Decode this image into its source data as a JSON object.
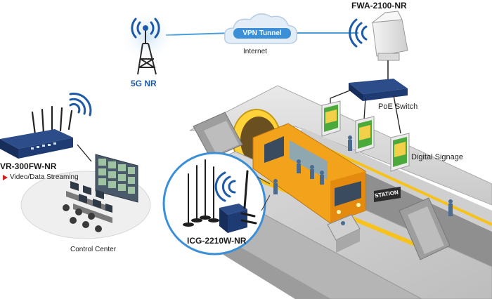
{
  "labels": {
    "fwa": "FWA-2100-NR",
    "vpn": "VPN Tunnel",
    "internet": "Internet",
    "fiveg": "5G NR",
    "poe": "PoE Switch",
    "signage": "Digital Signage",
    "vr": "VR-300FW-NR",
    "video": "Video/Data Streaming",
    "icg": "ICG-2210W-NR",
    "control": "Control Center",
    "station": "STATION"
  },
  "colors": {
    "link_line": "#4a9fd8",
    "wifi_blue": "#1d5aa8",
    "train_orange": "#f2a21b",
    "platform_yellow": "#f7c21c",
    "device_navy": "#1f3b73",
    "cloud": "#e3edf7"
  }
}
